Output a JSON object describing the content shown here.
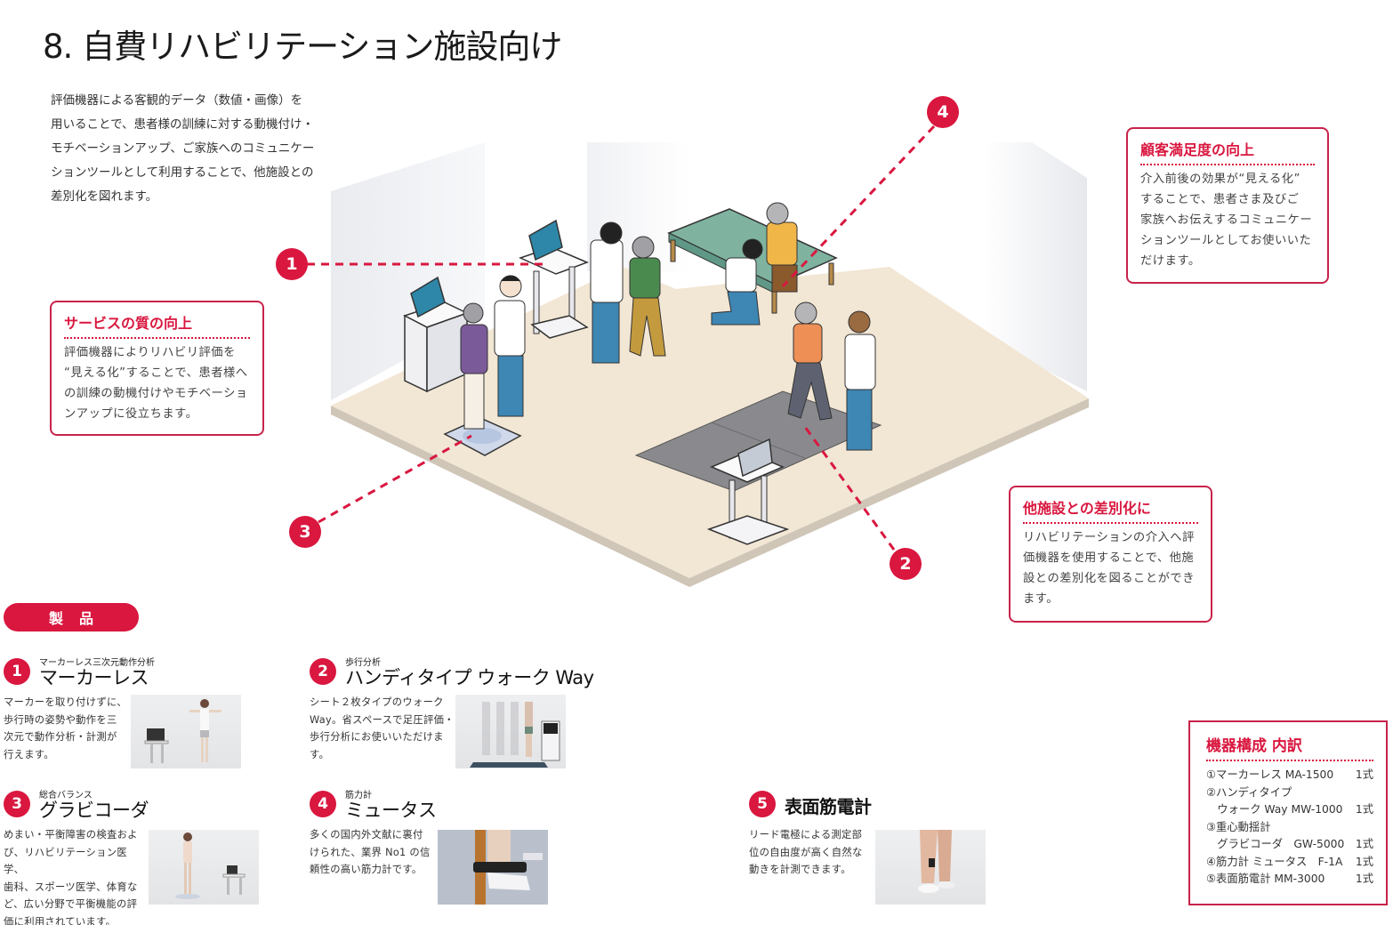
{
  "page": {
    "title": "8. 自費リハビリテーション施設向け",
    "intro_lines": [
      "評価機器による客観的データ（数値・画像）を",
      "用いることで、患者様の訓練に対する動機付け・",
      "モチベーションアップ、ご家族へのコミュニケー",
      "ションツールとして利用することで、他施設との",
      "差別化を図れます。"
    ]
  },
  "colors": {
    "accent": "#d9173f",
    "border": "#c8234a",
    "floor": "#f2e6d4",
    "wall": "#eef0f3"
  },
  "markers": [
    "1",
    "2",
    "3",
    "4"
  ],
  "callouts": {
    "service": {
      "title": "サービスの質の向上",
      "lines": [
        "評価機器によりリハビリ評価を",
        "“見える化”することで、患者様へ",
        "の訓練の動機付けやモチベーショ",
        "ンアップに役立ちます。"
      ]
    },
    "satisfaction": {
      "title": "顧客満足度の向上",
      "lines": [
        "介入前後の効果が“見える化”",
        "することで、患者さま及びご",
        "家族へお伝えするコミュニケー",
        "ションツールとしてお使いいた",
        "だけます。"
      ]
    },
    "differentiation": {
      "title": "他施設との差別化に",
      "lines": [
        "リハビリテーションの介入へ評",
        "価機器を使用することで、他施",
        "設との差別化を図ることができ",
        "ます。"
      ]
    }
  },
  "products_section": {
    "label": "製品"
  },
  "products": [
    {
      "num": "1",
      "sub": "マーカーレス三次元動作分析",
      "name": "マーカーレス",
      "desc": [
        "マーカーを取り付けずに、",
        "歩行時の姿勢や動作を三",
        "次元で動作分析・計測が",
        "行えます。"
      ],
      "photo": "person-arms-out-with-laptop-cart"
    },
    {
      "num": "2",
      "sub": "歩行分析",
      "name": "ハンディタイプ ウォーク Way",
      "desc": [
        "シート２枚タイプのウォーク",
        "Way。省スペースで足圧評価・",
        "歩行分析にお使いいただけま",
        "す。"
      ],
      "photo": "walking-sequence-on-mat"
    },
    {
      "num": "3",
      "sub": "総合バランス",
      "name": "グラビコーダ",
      "desc": [
        "めまい・平衡障害の検査およ",
        "び、リハビリテーション医学、",
        "歯科、スポーツ医学、体育な",
        "ど、広い分野で平衡機能の評",
        "価に利用されています。"
      ],
      "photo": "person-standing-on-balance-plate"
    },
    {
      "num": "4",
      "sub": "筋力計",
      "name": "ミュータス",
      "desc": [
        "多くの国内外文献に裏付",
        "けられた、業界 No1 の信",
        "頼性の高い筋力計です。"
      ],
      "photo": "ankle-strap-dynamometer"
    },
    {
      "num": "5",
      "sub": "",
      "name": "表面筋電計",
      "desc": [
        "リード電極による測定部",
        "位の自由度が高く自然な",
        "動きを計測できます。"
      ],
      "photo": "legs-with-emg-sensor"
    }
  ],
  "config": {
    "title": "機器構成 内訳",
    "rows": [
      {
        "name": "①マーカーレス MA-1500",
        "qty": "1式"
      },
      {
        "name": "②ハンディタイプ",
        "qty": ""
      },
      {
        "name": "　ウォーク Way MW-1000",
        "qty": "1式"
      },
      {
        "name": "③重心動揺計",
        "qty": ""
      },
      {
        "name": "　グラビコーダ　GW-5000",
        "qty": "1式"
      },
      {
        "name": "④筋力計 ミュータス　F-1A",
        "qty": "1式"
      },
      {
        "name": "⑤表面筋電計 MM-3000",
        "qty": "1式"
      }
    ]
  }
}
